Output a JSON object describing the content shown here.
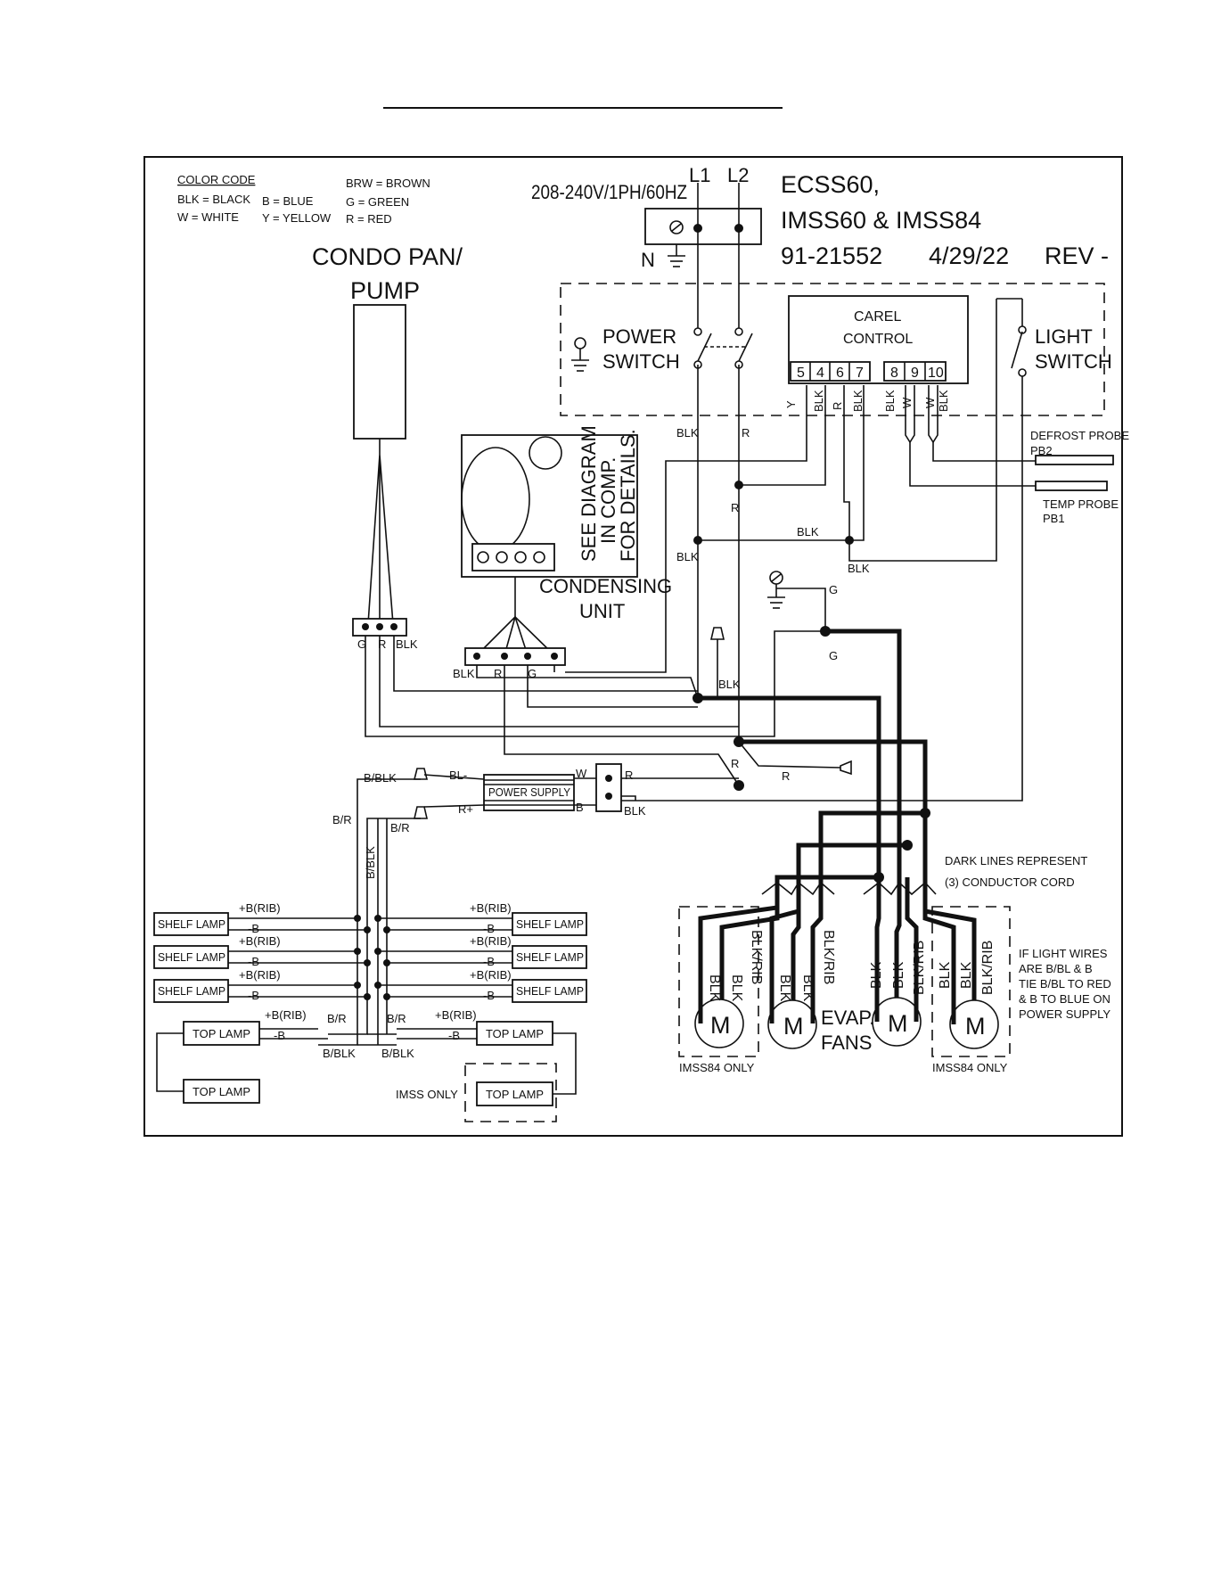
{
  "legend": {
    "heading": "COLOR CODE",
    "blk": "BLK = BLACK",
    "b": "B = BLUE",
    "w": "W = WHITE",
    "y": "Y = YELLOW",
    "brw": "BRW = BROWN",
    "g": "G = GREEN",
    "r": "R = RED"
  },
  "header": {
    "supply": "208-240V/1PH/60HZ",
    "l1": "L1",
    "l2": "L2",
    "neutral": "N",
    "model_line1": "ECSS60,",
    "model_line2": "IMSS60 & IMSS84",
    "part_number": "91-21552",
    "date": "4/29/22",
    "rev": "REV -"
  },
  "condo": {
    "line1": "CONDO PAN/",
    "line2": "PUMP",
    "g": "G",
    "r": "R",
    "blk": "BLK"
  },
  "power_switch": {
    "line1": "POWER",
    "line2": "SWITCH"
  },
  "carel": {
    "line1": "CAREL",
    "line2": "CONTROL",
    "terminals": [
      "5",
      "4",
      "6",
      "7",
      "8",
      "9",
      "10"
    ],
    "wires": [
      "Y",
      "BLK",
      "R",
      "BLK",
      "BLK",
      "W",
      "W",
      "BLK"
    ]
  },
  "light_switch": {
    "line1": "LIGHT",
    "line2": "SWITCH"
  },
  "probes": {
    "defrost_line1": "DEFROST PROBE",
    "defrost_line2": "PB2",
    "temp_line1": "TEMP PROBE",
    "temp_line2": "PB1"
  },
  "compressor_note": {
    "line1": "SEE DIAGRAM",
    "line2": "IN COMP.",
    "line3": "FOR DETAILS."
  },
  "condensing": {
    "line1": "CONDENSING",
    "line2": "UNIT",
    "blk": "BLK",
    "r": "R",
    "g": "G"
  },
  "wire_labels": {
    "blk": "BLK",
    "r": "R",
    "g": "G",
    "w": "W",
    "b": "B",
    "b_blk": "B/BLK",
    "b_r": "B/R",
    "bl_minus": "BL-",
    "r_plus": "R+",
    "blk_rib": "BLK/RIB"
  },
  "power_supply": {
    "label": "POWER SUPPLY"
  },
  "lamp_pins": {
    "plus": "+B(RIB)",
    "minus": "-B"
  },
  "lamps": {
    "shelf": "SHELF LAMP",
    "top": "TOP LAMP",
    "imss_only": "IMSS ONLY"
  },
  "fans": {
    "motor": "M",
    "evap_line1": "EVAP.",
    "evap_line2": "FANS",
    "imss84_only": "IMSS84 ONLY"
  },
  "notes": {
    "dark_line1": "DARK LINES REPRESENT",
    "dark_line2": "(3) CONDUCTOR CORD",
    "light1": "IF LIGHT WIRES",
    "light2": "ARE B/BL & B",
    "light3": "TIE B/BL TO RED",
    "light4": "& B TO BLUE ON",
    "light5": "POWER SUPPLY"
  }
}
